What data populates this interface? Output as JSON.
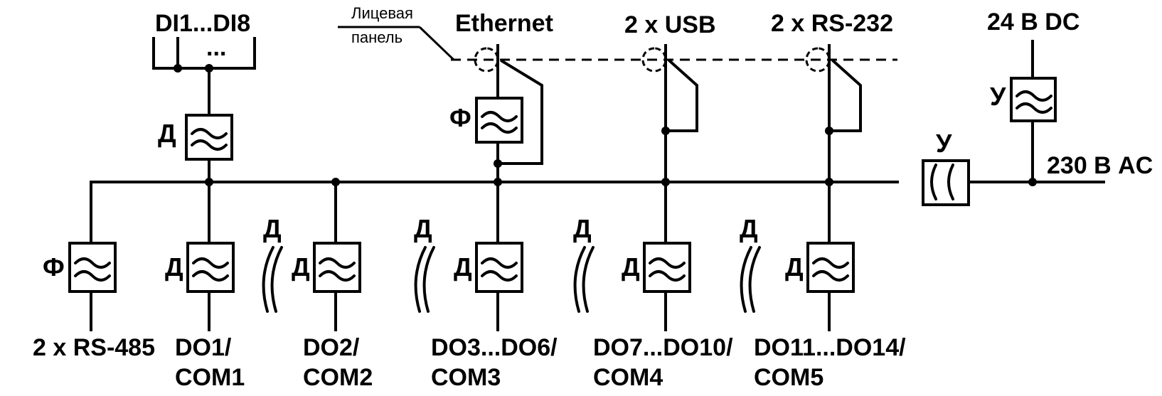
{
  "labels": {
    "di": "DI1...DI8",
    "di_dots": "...",
    "front_panel_line1": "Лицевая",
    "front_panel_line2": "панель",
    "ethernet": "Ethernet",
    "usb": "2 x USB",
    "rs232": "2 x RS-232",
    "dc24": "24 В DC",
    "ac230": "230 В AC",
    "rs485": "2 x RS-485",
    "do1": "DO1/",
    "com1": "COM1",
    "do2": "DO2/",
    "com2": "COM2",
    "do3": "DO3...DO6/",
    "com3": "COM3",
    "do7": "DO7...DO10/",
    "com4": "COM4",
    "do11": "DO11...DO14/",
    "com5": "COM5"
  },
  "symbols": {
    "f": "Ф",
    "d": "Д",
    "u": "У"
  }
}
